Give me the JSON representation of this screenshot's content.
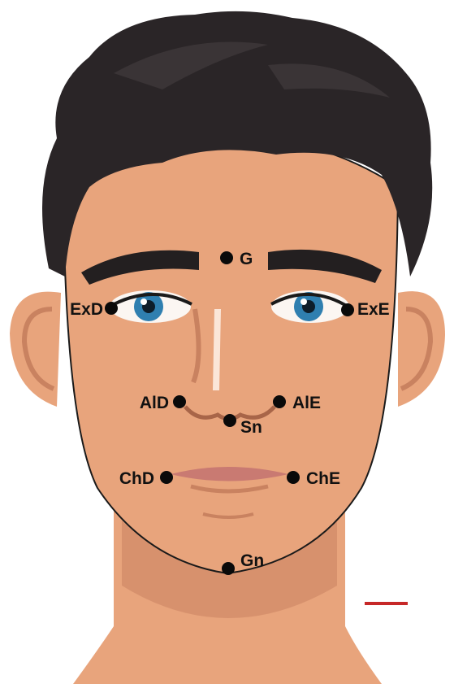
{
  "landmarks": {
    "glabella": "G",
    "exocanthion_right": "ExD",
    "exocanthion_left": "ExE",
    "alar_right": "AlD",
    "alar_left": "AlE",
    "subnasale": "Sn",
    "cheilion_right": "ChD",
    "cheilion_left": "ChE",
    "gnathion": "Gn"
  },
  "colors": {
    "skin": "#e8a47c",
    "skin_shadow": "#c98260",
    "hair": "#2a2527",
    "iris": "#2f7fb0",
    "point": "#0a0a0a",
    "scale_bar": "#c62828",
    "lips": "#c97a72"
  }
}
